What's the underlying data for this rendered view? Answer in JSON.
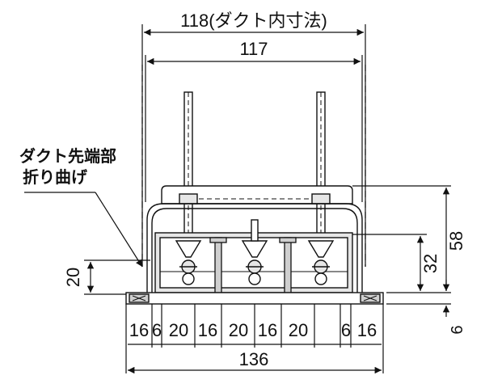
{
  "dimensions": {
    "duct_inner": "118(ダクト内寸法)",
    "inner_width": "117",
    "total_width": "136",
    "height_58": "58",
    "height_32": "32",
    "height_20": "20",
    "base_6": "6",
    "segments": [
      "16",
      "6",
      "20",
      "16",
      "20",
      "16",
      "20",
      "6",
      "16"
    ]
  },
  "callout": {
    "line1": "ダクト先端部",
    "line2": "折り曲げ"
  },
  "colors": {
    "stroke": "#111111",
    "fill_light": "#e6e6e6",
    "fill_base": "#cfcfcf"
  }
}
